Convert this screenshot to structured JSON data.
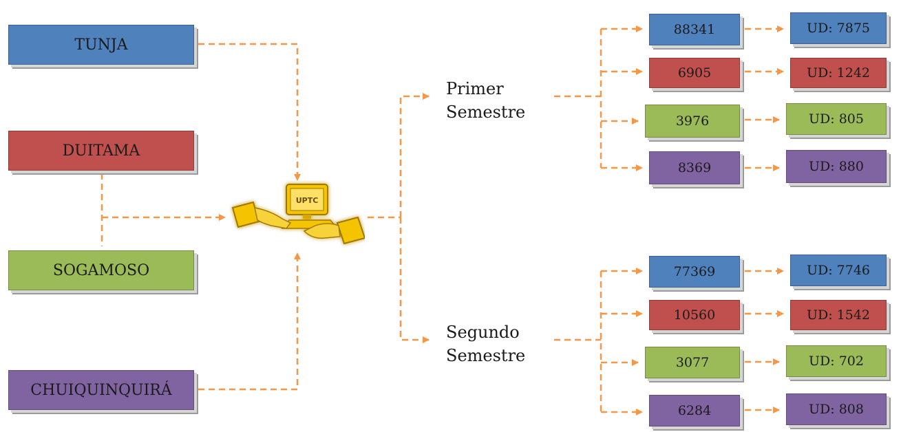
{
  "campuses": [
    {
      "label": "TUNJA"
    },
    {
      "label": "DUITAMA"
    },
    {
      "label": "SOGAMOSO"
    },
    {
      "label": "CHUIQUINQUIRÁ"
    }
  ],
  "hub": {
    "label": "UPTC",
    "icon": "computer-handshake-icon"
  },
  "semesters": [
    {
      "label_line1": "Primer",
      "label_line2": "Semestre",
      "rows": [
        {
          "value": "88341",
          "ud": "UD: 7875",
          "color": "#4f81bd"
        },
        {
          "value": "6905",
          "ud": "UD: 1242",
          "color": "#c0504d"
        },
        {
          "value": "3976",
          "ud": "UD: 805",
          "color": "#9bbb59"
        },
        {
          "value": "8369",
          "ud": "UD: 880",
          "color": "#8064a2"
        }
      ]
    },
    {
      "label_line1": "Segundo",
      "label_line2": "Semestre",
      "rows": [
        {
          "value": "77369",
          "ud": "UD: 7746",
          "color": "#4f81bd"
        },
        {
          "value": "10560",
          "ud": "UD: 1542",
          "color": "#c0504d"
        },
        {
          "value": "3077",
          "ud": "UD: 702",
          "color": "#9bbb59"
        },
        {
          "value": "6284",
          "ud": "UD: 808",
          "color": "#8064a2"
        }
      ]
    }
  ],
  "colors": {
    "blue": "#4f81bd",
    "red": "#c0504d",
    "green": "#9bbb59",
    "purple": "#8064a2",
    "connector": "#f79646"
  }
}
